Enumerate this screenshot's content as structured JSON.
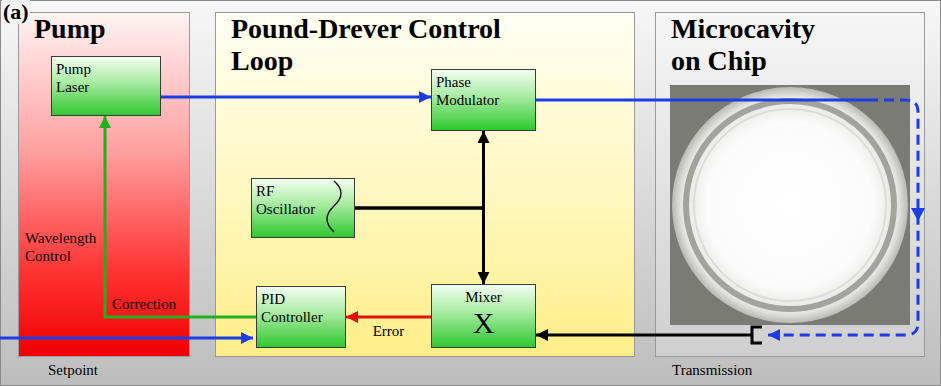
{
  "diagram": {
    "nodes": [
      {
        "text": [
          "Pump",
          "Wavelength Control"
        ]
      },
      {
        "text": [
          "Pump Laser"
        ],
        "in": 0
      },
      {
        "text": [
          "Pound-Drever Control Loop"
        ]
      },
      {
        "text": [
          "Phase Modulator"
        ],
        "in": 2
      },
      {
        "text": [
          "RF Oscillator"
        ],
        "in": 2
      },
      {
        "text": [
          "PID Controller"
        ],
        "in": 2
      },
      {
        "text": [
          "Mixer",
          "X"
        ],
        "in": 2
      },
      {
        "text": [
          "Microcavity on Chip"
        ]
      }
    ],
    "edges": [
      {
        "from": 1,
        "to": 3,
        "arrow": "to"
      },
      {
        "from": 3,
        "to": 7,
        "arrow": "none"
      },
      {
        "from": 4,
        "to": 3,
        "arrow": "to"
      },
      {
        "from": 4,
        "to": 6,
        "arrow": "to"
      },
      {
        "from": 7,
        "to": 6,
        "arrow": "to"
      },
      {
        "from": 6,
        "to": 5,
        "label": "Error",
        "arrow": "to"
      },
      {
        "from": 5,
        "to": 1,
        "label": "Correction",
        "arrow": "to"
      }
    ],
    "labels": [
      "(a)",
      "Setpoint",
      "Transmission"
    ]
  }
}
